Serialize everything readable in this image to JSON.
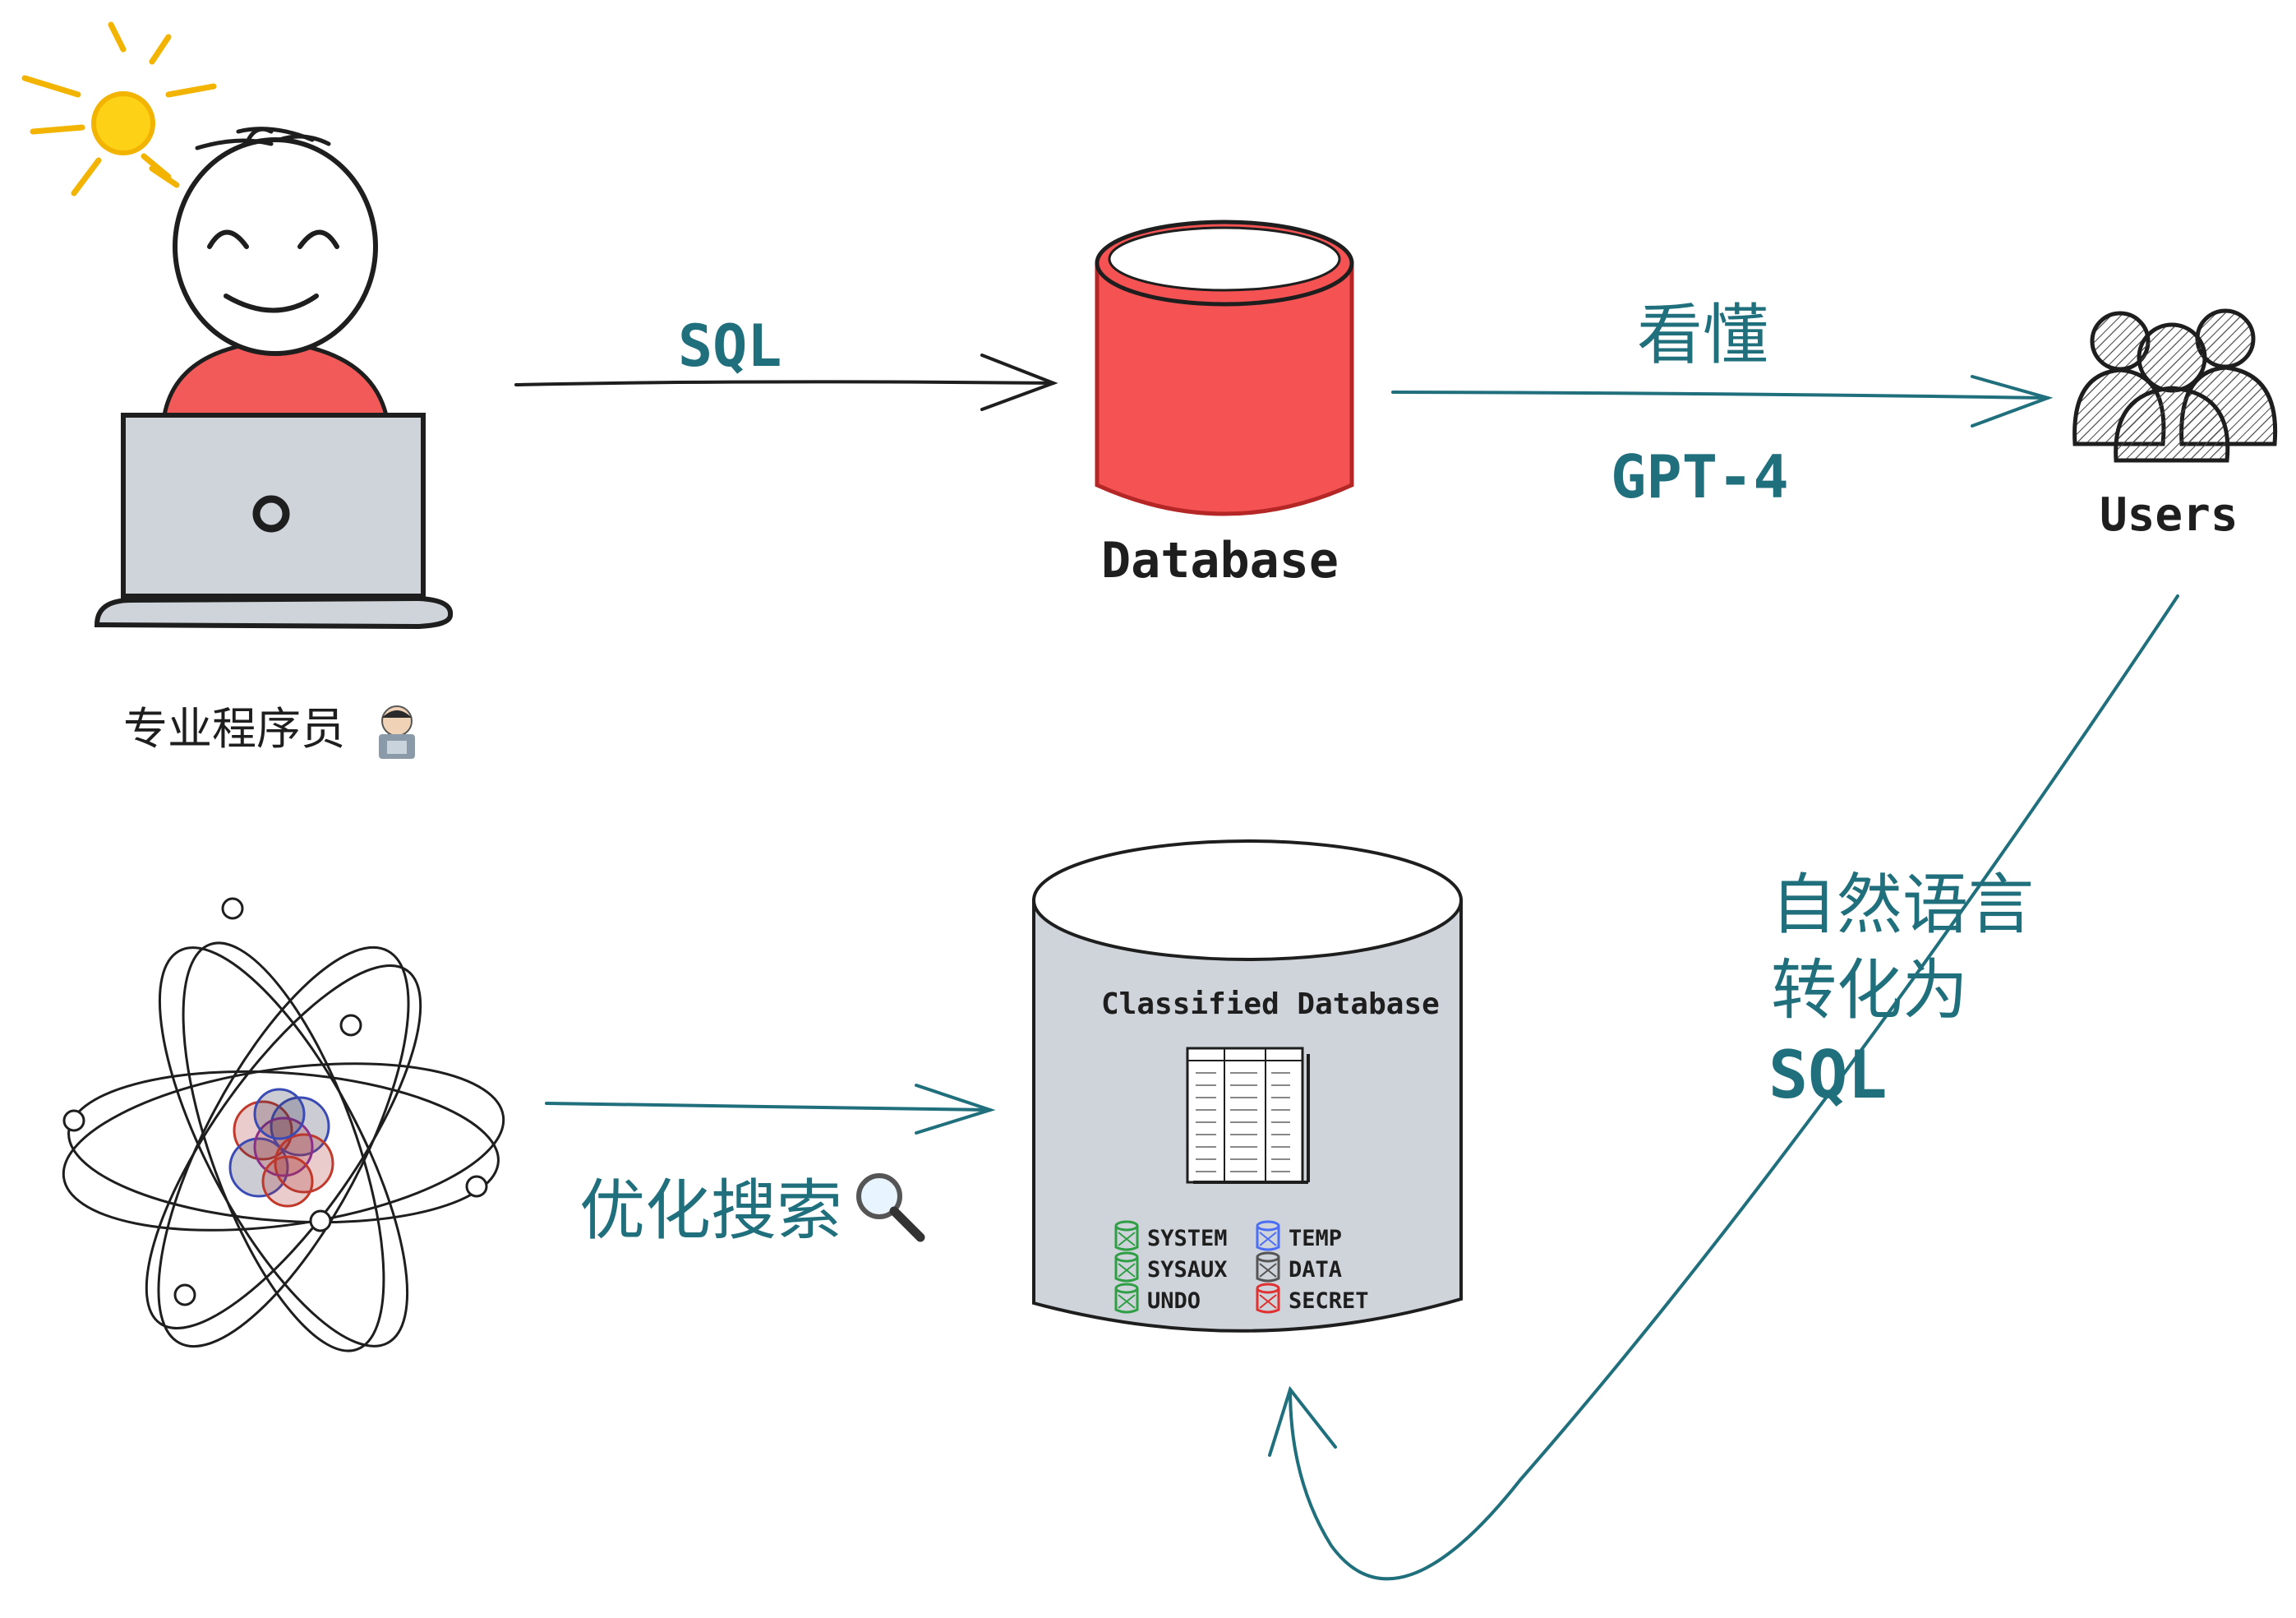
{
  "colors": {
    "teal": "#1f6f7d",
    "ink": "#1e1e1e",
    "db_red": "#f55353",
    "laptop_grey": "#ced4da",
    "shirt_red": "#f25a5a",
    "sun_yellow": "#fcd116",
    "cabinet_grey": "#ced4da",
    "ts_green": "#2f9e44",
    "ts_blue": "#4c6ef5",
    "ts_grey": "#555555",
    "ts_red": "#e03131"
  },
  "icons": {
    "programmer": "programmer-at-laptop-icon",
    "sun": "sun-icon",
    "database": "database-cylinder-icon",
    "users": "users-group-icon",
    "atom": "atom-icon",
    "classified_db": "classified-database-icon",
    "magnifier": "magnifying-glass-icon",
    "technologist": "technologist-emoji"
  },
  "labels": {
    "programmer": "专业程序员",
    "sql_arrow": "SQL",
    "database": "Database",
    "understand": "看懂",
    "gpt4": "GPT-4",
    "users": "Users",
    "nl_to_sql_line1": "自然语言",
    "nl_to_sql_line2": "转化为",
    "nl_to_sql_line3": "SQL",
    "optimize_search": "优化搜索",
    "classified_title": "Classified Database"
  },
  "tablespaces": [
    {
      "name": "SYSTEM",
      "color": "#2f9e44"
    },
    {
      "name": "TEMP",
      "color": "#4c6ef5"
    },
    {
      "name": "SYSAUX",
      "color": "#2f9e44"
    },
    {
      "name": "DATA",
      "color": "#555555"
    },
    {
      "name": "UNDO",
      "color": "#2f9e44"
    },
    {
      "name": "SECRET",
      "color": "#e03131"
    }
  ]
}
